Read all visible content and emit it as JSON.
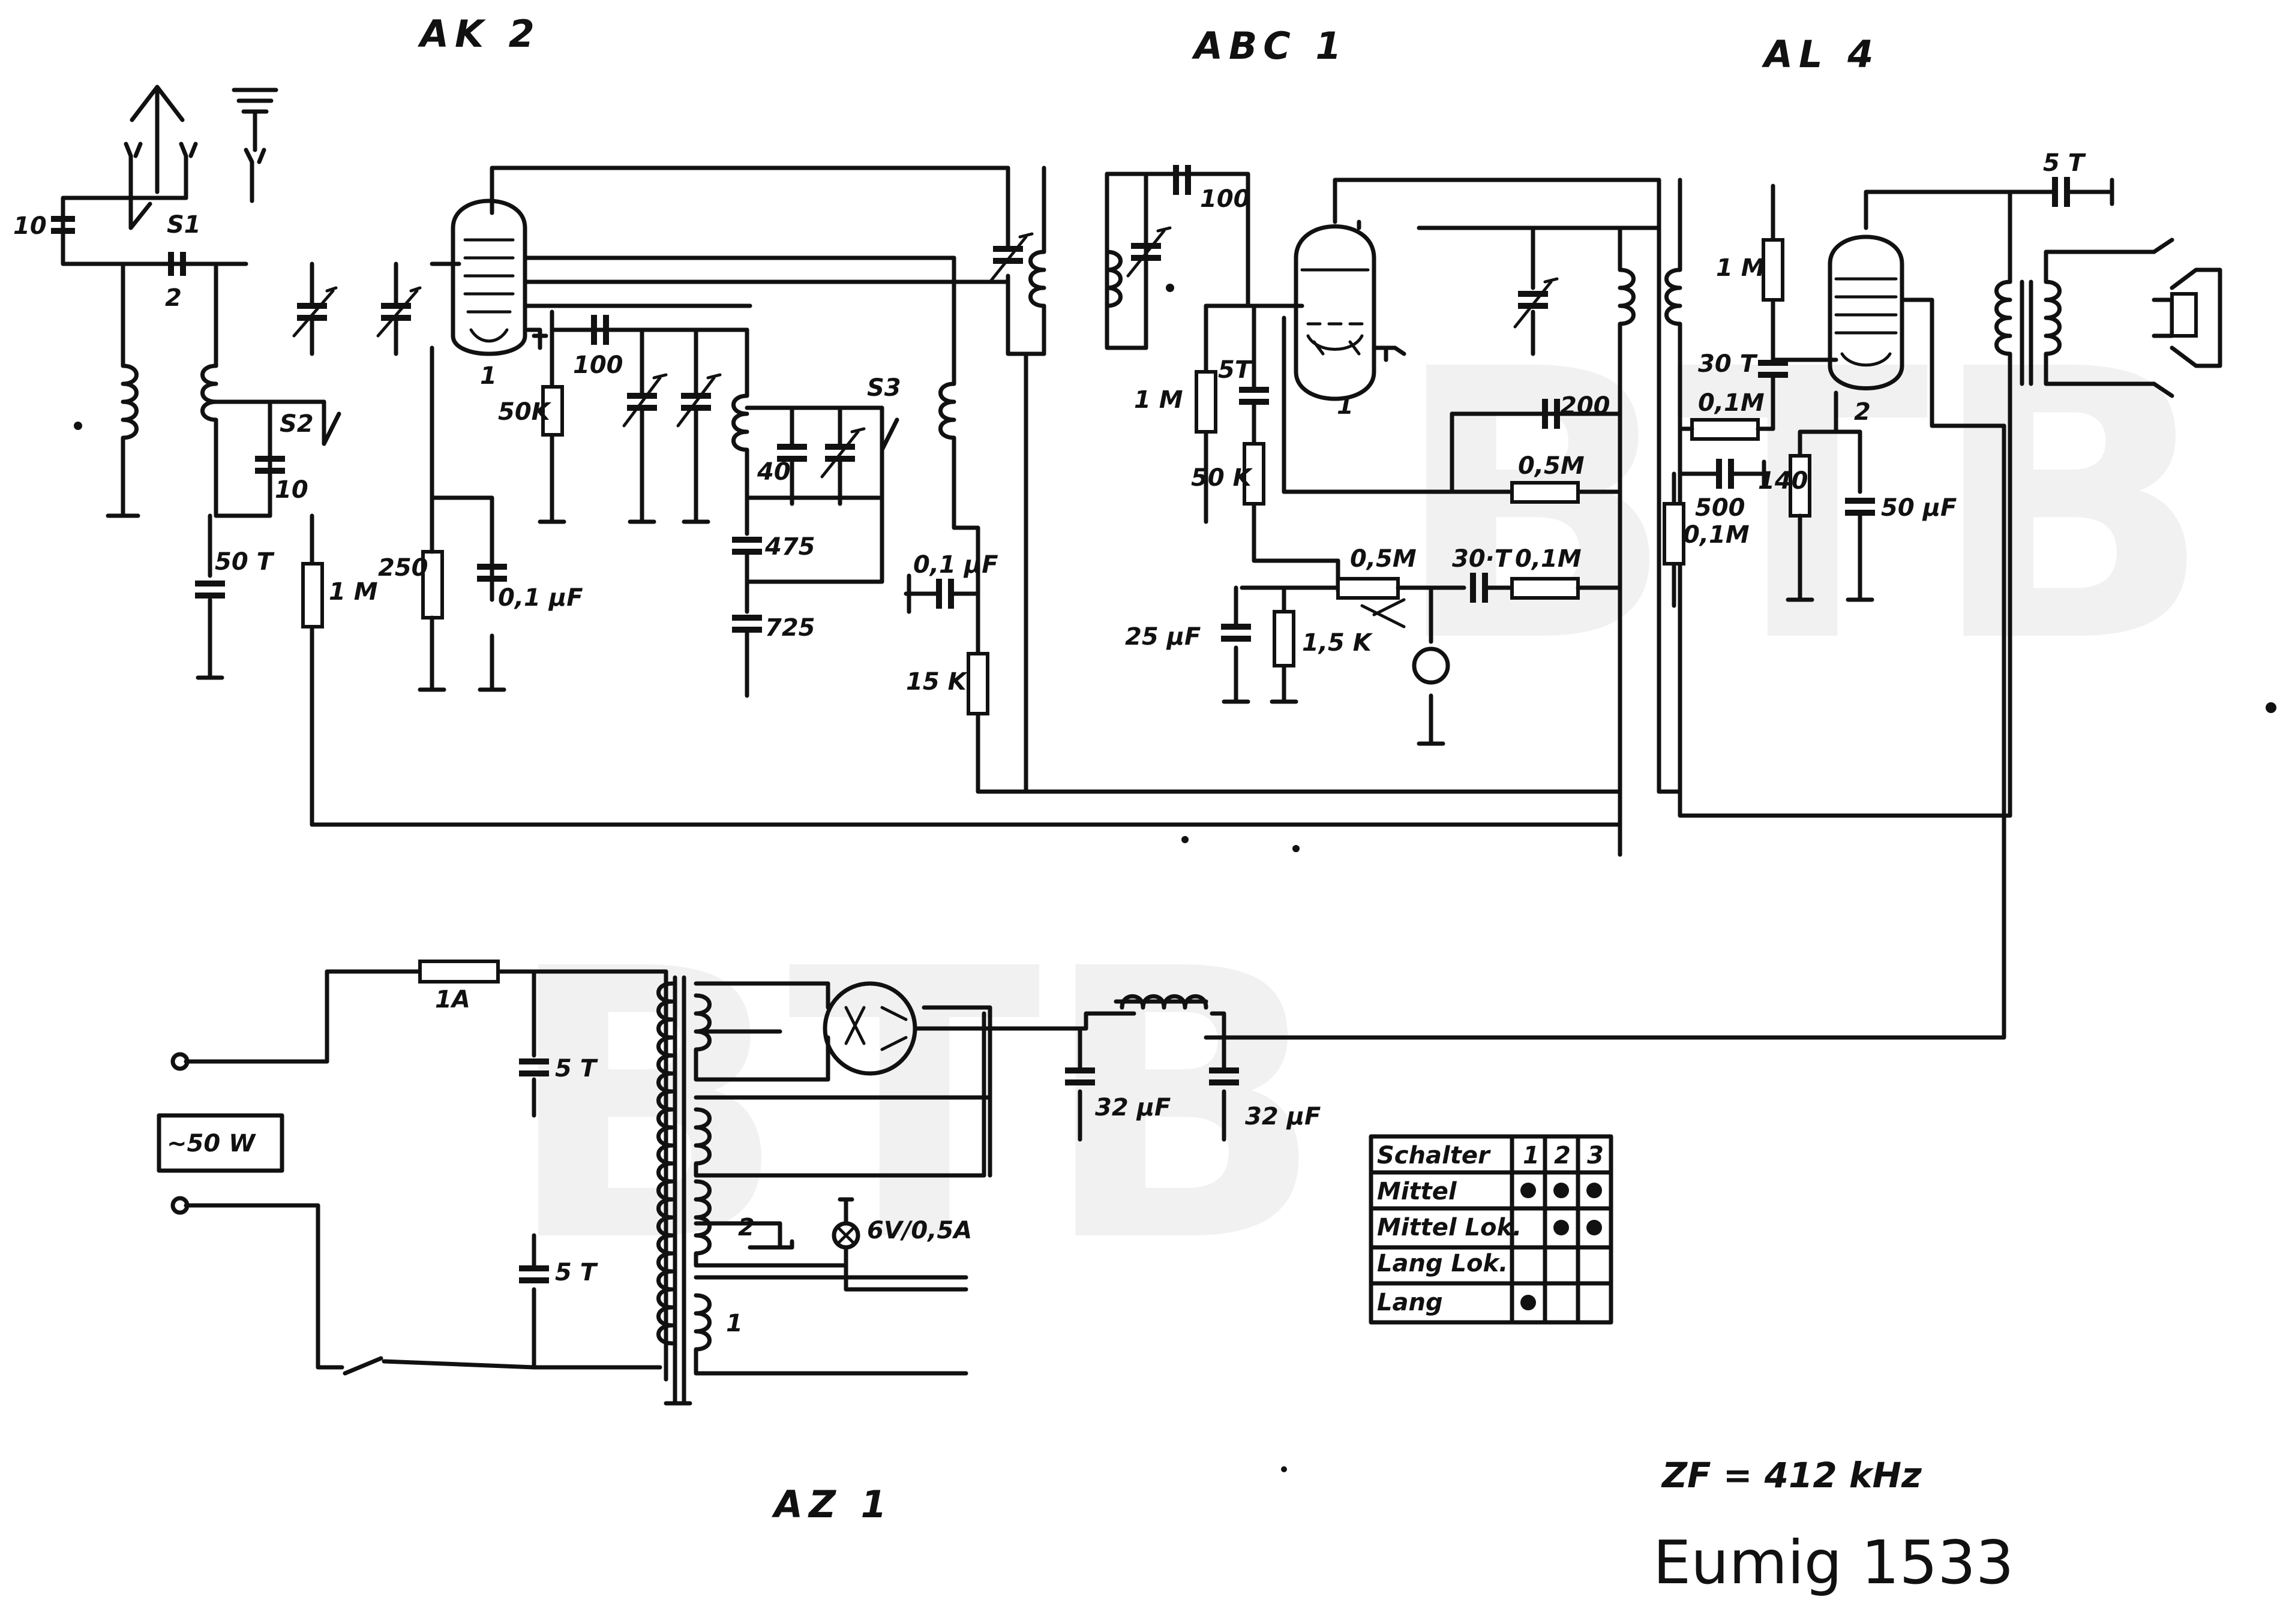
{
  "titles": {
    "tube_ak2": "AK 2",
    "tube_abc1": "ABC 1",
    "tube_al4": "AL 4",
    "tube_az1": "AZ 1",
    "model": "Eumig 1533",
    "zf": "ZF = 412 kHz",
    "mains": "~50 W"
  },
  "labels": {
    "c10_ant": "10",
    "s1": "S1",
    "c2": "2",
    "s2": "S2",
    "c10_s2": "10",
    "c50t": "50 T",
    "r1m_left": "1 M",
    "r250": "250",
    "c01_cat": "0,1 µF",
    "r50k_osc": "50K",
    "c100_osc": "100",
    "c40": "40",
    "s3": "S3",
    "c475": "475",
    "c725": "725",
    "c01_if": "0,1 µF",
    "r15k": "15 K",
    "c100_det": "100",
    "r1m_det": "1 M",
    "c5t_det": "5T",
    "r50k_det": "50 K",
    "c25uf": "25 µF",
    "r15k_cat": "1,5 K",
    "pot05m": "0,5M",
    "c30t_a": "30·T",
    "r01m_a": "0,1M",
    "c200": "200",
    "r05m": "0,5M",
    "r1m_al4": "1 M",
    "c30t_b": "30 T",
    "r01m_b": "0,1M",
    "c500": "500",
    "r01m_c": "0,1M",
    "r140": "140",
    "c50uf": "50 µF",
    "c5t_out": "5 T",
    "tube1_pin": "1",
    "tube2_pin": "1",
    "tube3_pin": "2",
    "fuse": "1A",
    "c5t_ps_a": "5 T",
    "c5t_ps_b": "5 T",
    "c32uf_a": "32 µF",
    "c32uf_b": "32 µF",
    "lamp": "6V/0,5A",
    "wind2": "2",
    "wind1": "1"
  },
  "switch_table": {
    "header": [
      "Schalter",
      "1",
      "2",
      "3"
    ],
    "rows": [
      {
        "name": "Mittel",
        "dots": [
          true,
          true,
          true
        ]
      },
      {
        "name": "Mittel Lok.",
        "dots": [
          false,
          true,
          true
        ]
      },
      {
        "name": "Lang Lok.",
        "dots": [
          false,
          false,
          false
        ]
      },
      {
        "name": "Lang",
        "dots": [
          true,
          false,
          false
        ]
      }
    ]
  },
  "watermark": [
    "BTB",
    "BTB"
  ]
}
